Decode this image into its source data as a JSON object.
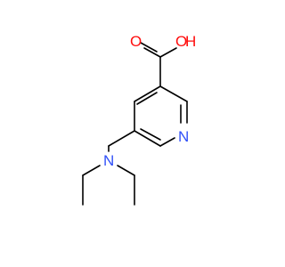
{
  "molecule": {
    "atoms": {
      "hydroxyl": {
        "label": "O",
        "hydrogen": "H",
        "color": "#ff0d0d"
      },
      "carbonyl_oxygen": {
        "label": "O",
        "color": "#ff0d0d"
      },
      "ring_nitrogen": {
        "label": "N",
        "color": "#3050f8"
      },
      "amine_nitrogen": {
        "label": "N",
        "color": "#3050f8"
      }
    },
    "bond_color": "#000000"
  }
}
